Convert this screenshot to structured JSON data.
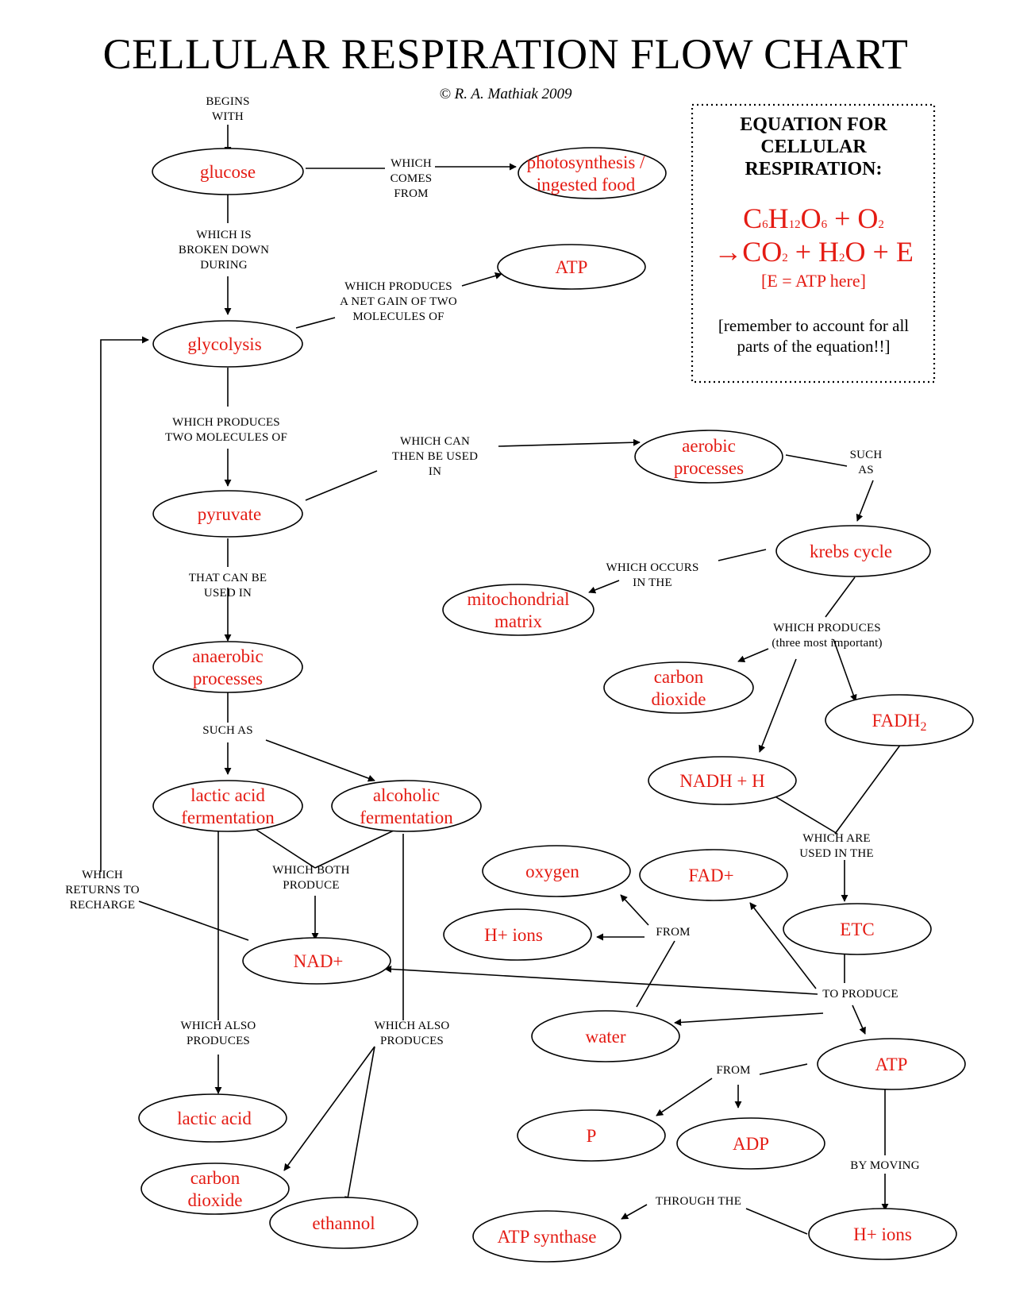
{
  "title": "CELLULAR RESPIRATION FLOW CHART",
  "copyright": "© R. A. Mathiak 2009",
  "equation_box": {
    "heading": [
      "EQUATION FOR",
      "CELLULAR",
      "RESPIRATION:"
    ],
    "reactants": "C6H12O6 + O2",
    "products": "→CO2 + H2O + E",
    "energy_note": "[E = ATP here]",
    "reminder": [
      "[remember to account for all",
      "parts of the equation!!]"
    ],
    "text_color": "#e41b13"
  },
  "node_color": "#e41b13",
  "nodes": {
    "glucose": [
      "glucose"
    ],
    "photosynthesis": [
      "photosynthesis /",
      "ingested food"
    ],
    "atp_glycolysis": [
      "ATP"
    ],
    "glycolysis": [
      "glycolysis"
    ],
    "pyruvate": [
      "pyruvate"
    ],
    "aerobic": [
      "aerobic",
      "processes"
    ],
    "krebs": [
      "krebs cycle"
    ],
    "mito": [
      "mitochondrial",
      "matrix"
    ],
    "anaerobic": [
      "anaerobic",
      "processes"
    ],
    "co2_krebs": [
      "carbon",
      "dioxide"
    ],
    "fadh2": [
      "FADH2"
    ],
    "nadh": [
      "NADH + H"
    ],
    "lactic_ferm": [
      "lactic acid",
      "fermentation"
    ],
    "alcoholic_ferm": [
      "alcoholic",
      "fermentation"
    ],
    "oxygen": [
      "oxygen"
    ],
    "fad": [
      "FAD+"
    ],
    "etc": [
      "ETC"
    ],
    "hions_left": [
      "H+ ions"
    ],
    "nad": [
      "NAD+"
    ],
    "water": [
      "water"
    ],
    "atp_etc": [
      "ATP"
    ],
    "lactic_acid": [
      "lactic acid"
    ],
    "p": [
      "P"
    ],
    "adp": [
      "ADP"
    ],
    "co2_ferm": [
      "carbon",
      "dioxide"
    ],
    "ethanol": [
      "ethannol"
    ],
    "atp_synthase": [
      "ATP synthase"
    ],
    "hions_right": [
      "H+ ions"
    ]
  },
  "connectors": {
    "begins_with": [
      "BEGINS",
      "WITH"
    ],
    "which_comes_from": [
      "WHICH",
      "COMES",
      "FROM"
    ],
    "broken_down": [
      "WHICH IS",
      "BROKEN DOWN",
      "DURING"
    ],
    "net_gain": [
      "WHICH PRODUCES",
      "A NET GAIN OF TWO",
      "MOLECULES OF"
    ],
    "produces_two": [
      "WHICH PRODUCES",
      "TWO MOLECULES OF"
    ],
    "can_be_used": [
      "WHICH CAN",
      "THEN BE USED",
      "IN"
    ],
    "such_as_aerobic": [
      "SUCH",
      "AS"
    ],
    "occurs_in": [
      "WHICH OCCURS",
      "IN THE"
    ],
    "that_can_be": [
      "THAT CAN BE",
      "USED IN"
    ],
    "krebs_produces": [
      "WHICH PRODUCES"
    ],
    "three_most": [
      "(three most important)"
    ],
    "such_as_anaerobic": [
      "SUCH AS"
    ],
    "used_in_the": [
      "WHICH ARE",
      "USED IN THE"
    ],
    "both_produce": [
      "WHICH BOTH",
      "PRODUCE"
    ],
    "returns": [
      "WHICH",
      "RETURNS TO",
      "RECHARGE"
    ],
    "from_water": [
      "FROM"
    ],
    "to_produce": [
      "TO PRODUCE"
    ],
    "also_lactic": [
      "WHICH ALSO",
      "PRODUCES"
    ],
    "also_alcoholic": [
      "WHICH ALSO",
      "PRODUCES"
    ],
    "from_atp": [
      "FROM"
    ],
    "by_moving": [
      "BY MOVING"
    ],
    "through_the": [
      "THROUGH THE"
    ]
  }
}
